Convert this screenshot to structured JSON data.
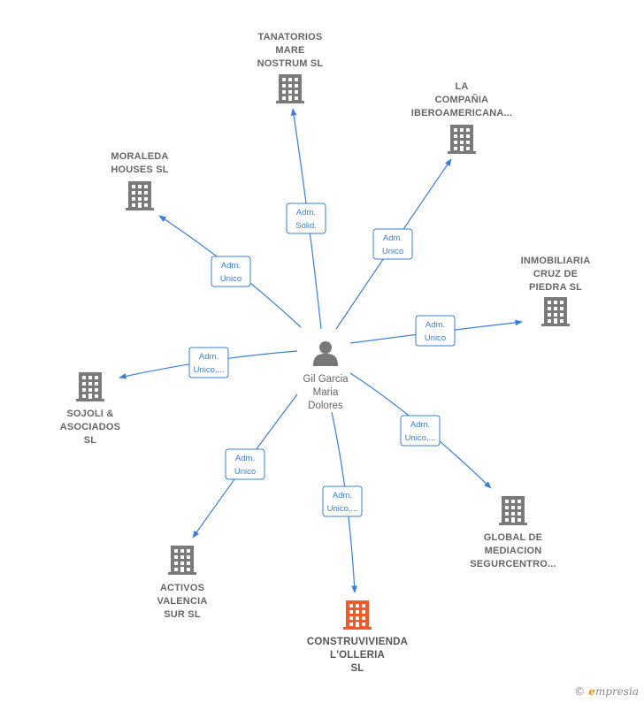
{
  "center": {
    "label_lines": [
      "Gil Garcia",
      "Maria",
      "Dolores"
    ],
    "icon": "person-icon"
  },
  "companies": [
    {
      "id": "tanatorios",
      "label_lines": [
        "TANATORIOS",
        "MARE",
        "NOSTRUM SL"
      ],
      "role_lines": [
        "Adm.",
        "Solid."
      ],
      "highlight": false,
      "icon": "building-icon"
    },
    {
      "id": "la-compania",
      "label_lines": [
        "LA",
        "COMPAÑIA",
        "IBEROAMERICANA..."
      ],
      "role_lines": [
        "Adm.",
        "Unico"
      ],
      "highlight": false,
      "icon": "building-icon"
    },
    {
      "id": "moraleda",
      "label_lines": [
        "MORALEDA",
        "HOUSES  SL"
      ],
      "role_lines": [
        "Adm.",
        "Unico"
      ],
      "highlight": false,
      "icon": "building-icon"
    },
    {
      "id": "inmobiliaria",
      "label_lines": [
        "INMOBILIARIA",
        "CRUZ DE",
        "PIEDRA SL"
      ],
      "role_lines": [
        "Adm.",
        "Unico"
      ],
      "highlight": false,
      "icon": "building-icon"
    },
    {
      "id": "sojoli",
      "label_lines": [
        "SOJOLI &",
        "ASOCIADOS",
        "SL"
      ],
      "role_lines": [
        "Adm.",
        "Unico,..."
      ],
      "highlight": false,
      "icon": "building-icon"
    },
    {
      "id": "global",
      "label_lines": [
        "GLOBAL DE",
        "MEDIACION",
        "SEGURCENTRO..."
      ],
      "role_lines": [
        "Adm.",
        "Unico,..."
      ],
      "highlight": false,
      "icon": "building-icon"
    },
    {
      "id": "activos",
      "label_lines": [
        "ACTIVOS",
        "VALENCIA",
        "SUR SL"
      ],
      "role_lines": [
        "Adm.",
        "Unico"
      ],
      "highlight": false,
      "icon": "building-icon"
    },
    {
      "id": "construvivienda",
      "label_lines": [
        "CONSTRUVIVIENDA",
        "L'OLLERIA",
        "SL"
      ],
      "role_lines": [
        "Adm.",
        "Unico,..."
      ],
      "highlight": true,
      "icon": "building-icon"
    }
  ],
  "colors": {
    "edge": "#3a7fd5",
    "building": "#7a7a7a",
    "building_highlight": "#f05a28",
    "person": "#777777"
  },
  "footer": {
    "copyright_symbol": "©",
    "brand_initial": "e",
    "brand_rest": "mpresia"
  }
}
